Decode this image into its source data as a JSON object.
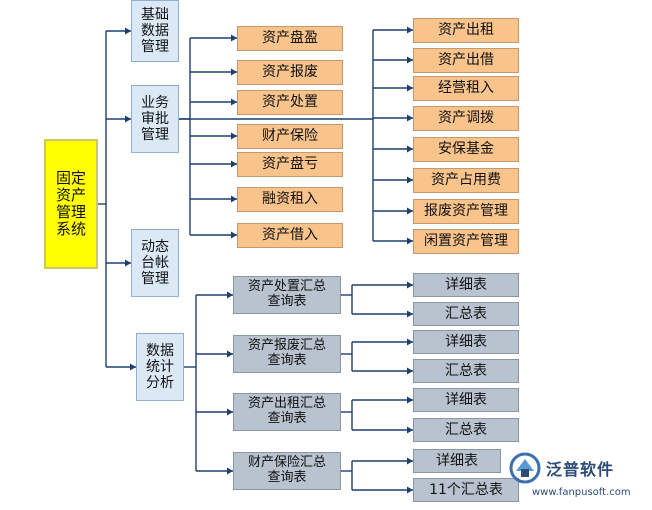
{
  "root": {
    "label": "固定\n资产\n管理\n系统"
  },
  "categories": [
    {
      "label": "基础\n数据\n管理"
    },
    {
      "label": "业务\n审批\n管理"
    },
    {
      "label": "动态\n台帐\n管理"
    },
    {
      "label": "数据\n统计\n分析"
    }
  ],
  "approval_items": [
    "资产盘盈",
    "资产报废",
    "资产处置",
    "财产保险",
    "资产盘亏",
    "融资租入",
    "资产借入"
  ],
  "approval_items_right": [
    "资产出租",
    "资产出借",
    "经营租入",
    "资产调拨",
    "安保基金",
    "资产占用费",
    "报废资产管理",
    "闲置资产管理"
  ],
  "reports": [
    {
      "label": "资产处置汇总\n查询表",
      "outputs": [
        "详细表",
        "汇总表"
      ]
    },
    {
      "label": "资产报废汇总\n查询表",
      "outputs": [
        "详细表",
        "汇总表"
      ]
    },
    {
      "label": "资产出租汇总\n查询表",
      "outputs": [
        "详细表",
        "汇总表"
      ]
    },
    {
      "label": "财产保险汇总\n查询表",
      "outputs": [
        "详细表",
        "11个汇总表"
      ]
    }
  ],
  "watermark": {
    "brand": "泛普软件",
    "url": "www.fanpusoft.com",
    "icon": "fanpu-logo-icon"
  },
  "colors": {
    "root": "#ffff00",
    "category": "#dbe9f7",
    "orange": "#f9c38c",
    "gray": "#b9c3cf",
    "line": "#1f3f6e"
  }
}
